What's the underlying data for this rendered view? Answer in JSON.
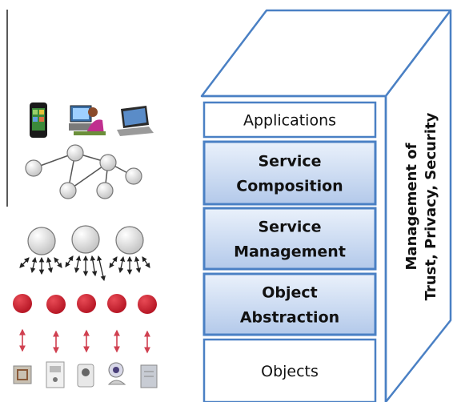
{
  "stack": {
    "layers": [
      {
        "label_lines": [
          "Applications"
        ],
        "bold": false,
        "style": "plain"
      },
      {
        "label_lines": [
          "Service",
          "Composition"
        ],
        "bold": true,
        "style": "blue"
      },
      {
        "label_lines": [
          "Service",
          "Management"
        ],
        "bold": true,
        "style": "blue"
      },
      {
        "label_lines": [
          "Object",
          "Abstraction"
        ],
        "bold": true,
        "style": "blue"
      },
      {
        "label_lines": [
          "Objects"
        ],
        "bold": false,
        "style": "plain"
      }
    ],
    "side_label_lines": [
      "Management of",
      "Trust, Privacy, Security"
    ]
  },
  "left_illustration": {
    "top_devices": [
      "smartphone-icon",
      "desktop-user-icon",
      "laptop-icon"
    ],
    "bottom_devices": [
      "rfid-tag-icon",
      "sensor-box-icon",
      "camera-device-icon",
      "webcam-icon",
      "server-icon"
    ]
  },
  "colors": {
    "box_stroke": "#4a80c4",
    "box_fill": "#ffffff",
    "blue_fill_top": "#eaf1fb",
    "blue_fill_bottom": "#b3c9ea",
    "red_node": "#c9182b",
    "red_arrow": "#d04050",
    "gray_node": "#d9d9d9"
  }
}
